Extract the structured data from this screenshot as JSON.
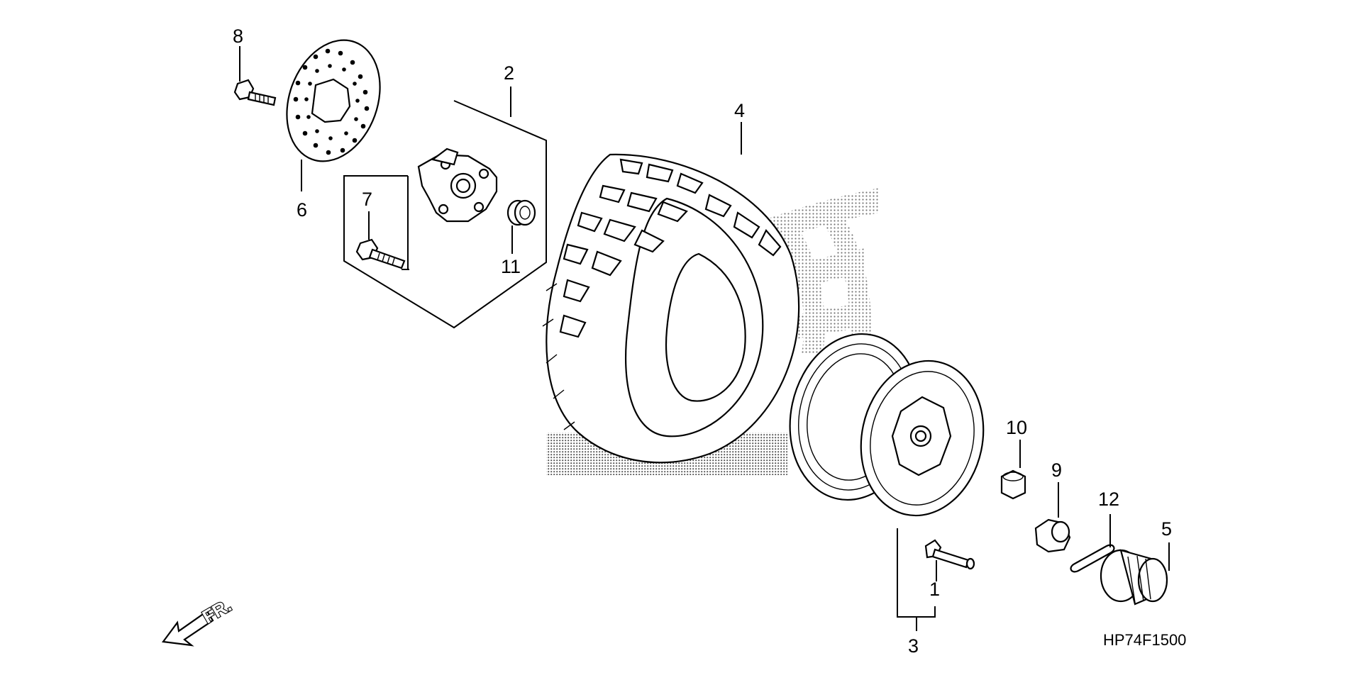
{
  "diagram": {
    "callouts": [
      {
        "id": "1",
        "label": "1"
      },
      {
        "id": "2",
        "label": "2"
      },
      {
        "id": "3",
        "label": "3"
      },
      {
        "id": "4",
        "label": "4"
      },
      {
        "id": "5",
        "label": "5"
      },
      {
        "id": "6",
        "label": "6"
      },
      {
        "id": "7",
        "label": "7"
      },
      {
        "id": "8",
        "label": "8"
      },
      {
        "id": "9",
        "label": "9"
      },
      {
        "id": "10",
        "label": "10"
      },
      {
        "id": "11",
        "label": "11"
      },
      {
        "id": "12",
        "label": "12"
      }
    ],
    "direction_label": "FR.",
    "drawing_code": "HP74F1500"
  }
}
